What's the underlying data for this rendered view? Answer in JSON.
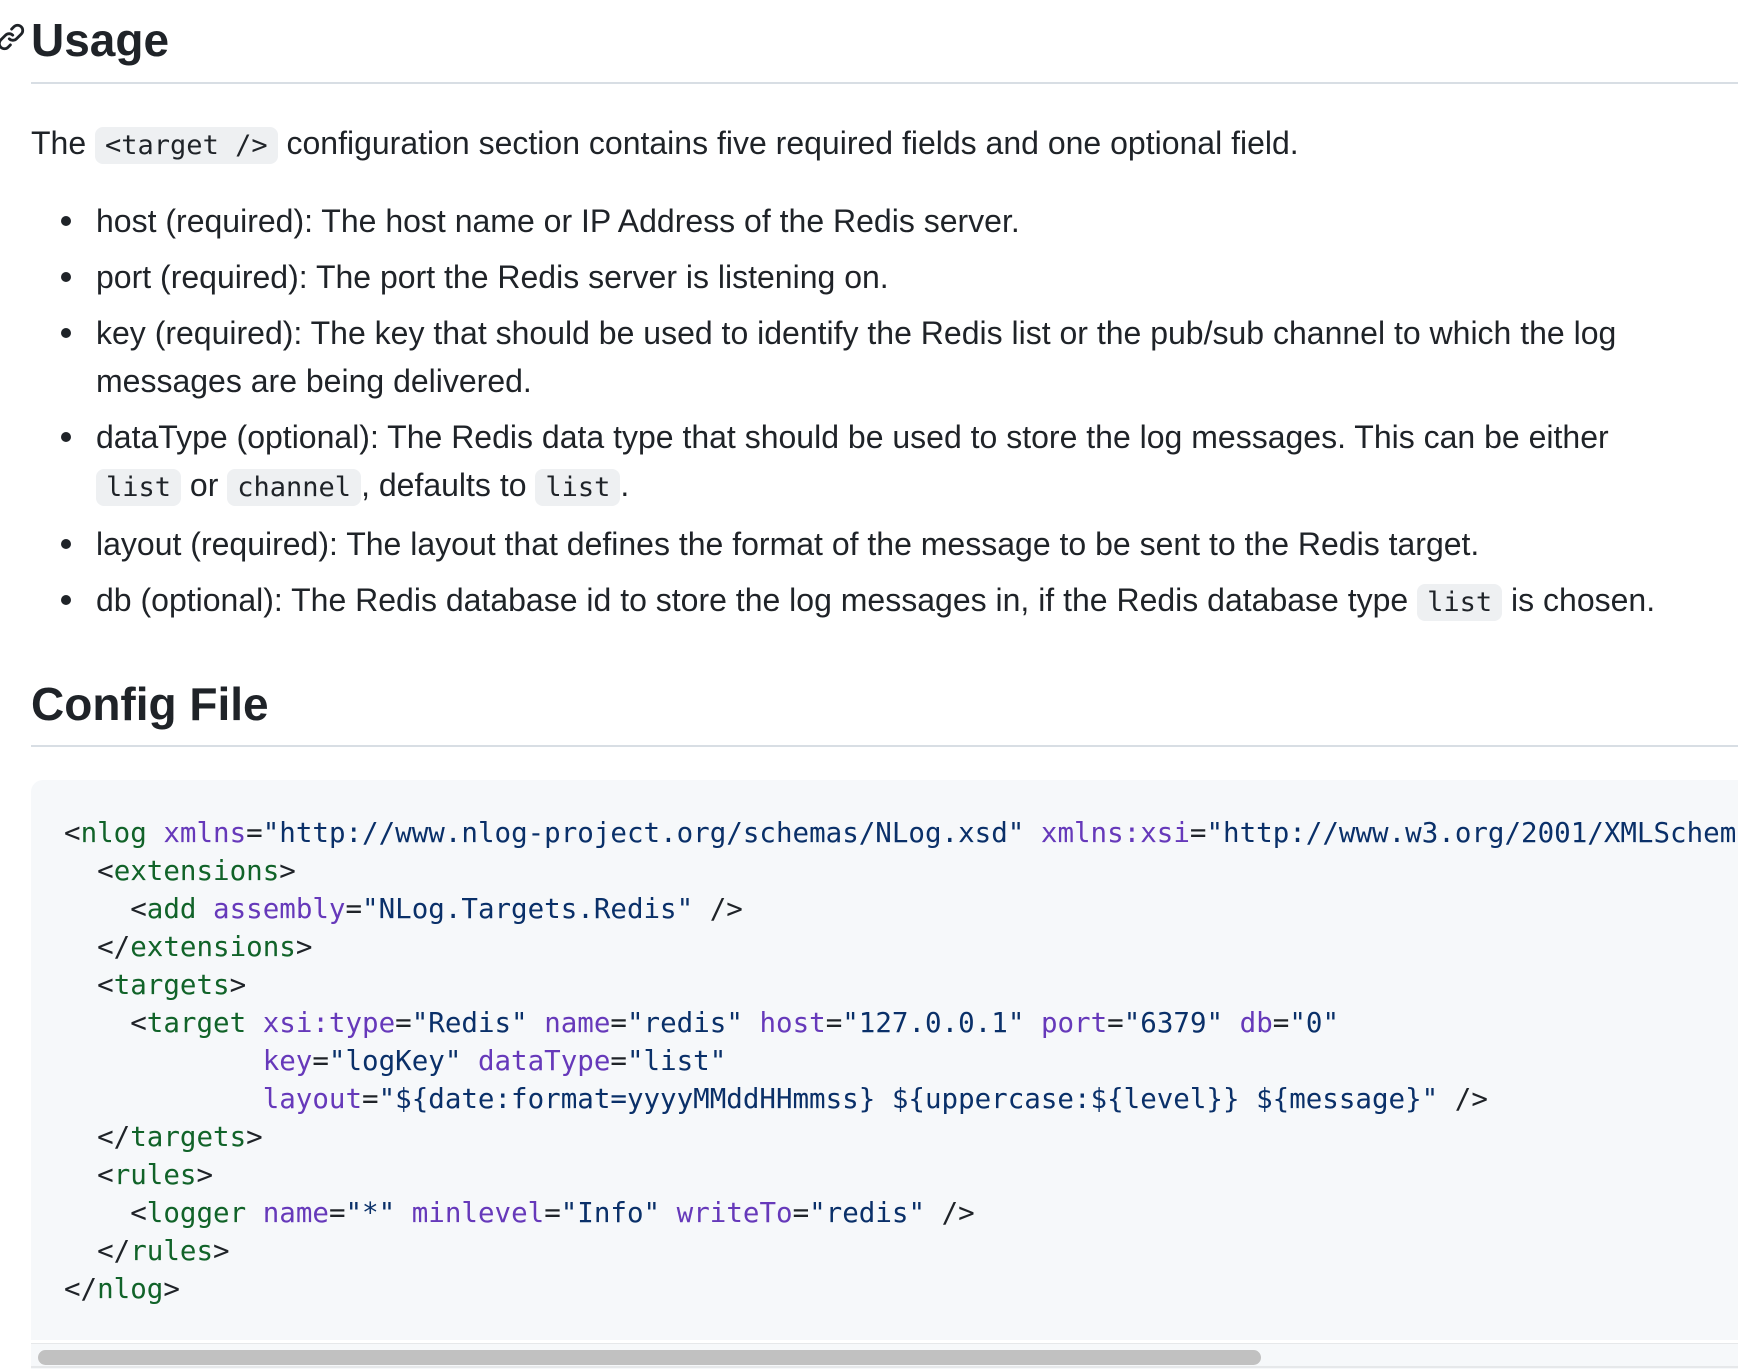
{
  "usage": {
    "heading": "Usage",
    "intro": {
      "before": "The",
      "code": "<target />",
      "after": "configuration section contains five required fields and one optional field."
    },
    "items": [
      {
        "text": "host (required): The host name or IP Address of the Redis server."
      },
      {
        "text": "port (required): The port the Redis server is listening on."
      },
      {
        "text": "key (required): The key that should be used to identify the Redis list or the pub/sub channel to which the log messages are being delivered."
      },
      {
        "text_a": "dataType (optional): The Redis data type that should be used to store the log messages. This can be either",
        "code_a": "list",
        "text_b": "or",
        "code_b": "channel",
        "text_c": ", defaults to",
        "code_c": "list",
        "text_d": "."
      },
      {
        "text": "layout (required): The layout that defines the format of the message to be sent to the Redis target."
      },
      {
        "text_a": "db (optional): The Redis database id to store the log messages in, if the Redis database type",
        "code_a": "list",
        "text_b": "is chosen."
      }
    ]
  },
  "config": {
    "heading": "Config File",
    "code_lines": [
      "<nlog xmlns=\"http://www.nlog-project.org/schemas/NLog.xsd\" xmlns:xsi=\"http://www.w3.org/2001/XMLSchem",
      "  <extensions>",
      "    <add assembly=\"NLog.Targets.Redis\" />",
      "  </extensions>",
      "  <targets>",
      "    <target xsi:type=\"Redis\" name=\"redis\" host=\"127.0.0.1\" port=\"6379\" db=\"0\"",
      "            key=\"logKey\" dataType=\"list\"",
      "            layout=\"${date:format=yyyyMMddHHmmss} ${uppercase:${level}} ${message}\" />",
      "  </targets>",
      "  <rules>",
      "    <logger name=\"*\" minlevel=\"Info\" writeTo=\"redis\" />",
      "  </rules>",
      "</nlog>"
    ]
  },
  "icons": {
    "anchor": "link-icon"
  },
  "colors": {
    "tag": "#116329",
    "attr": "#6639ba",
    "string": "#0a3069",
    "code_bg": "#f6f8fa"
  }
}
